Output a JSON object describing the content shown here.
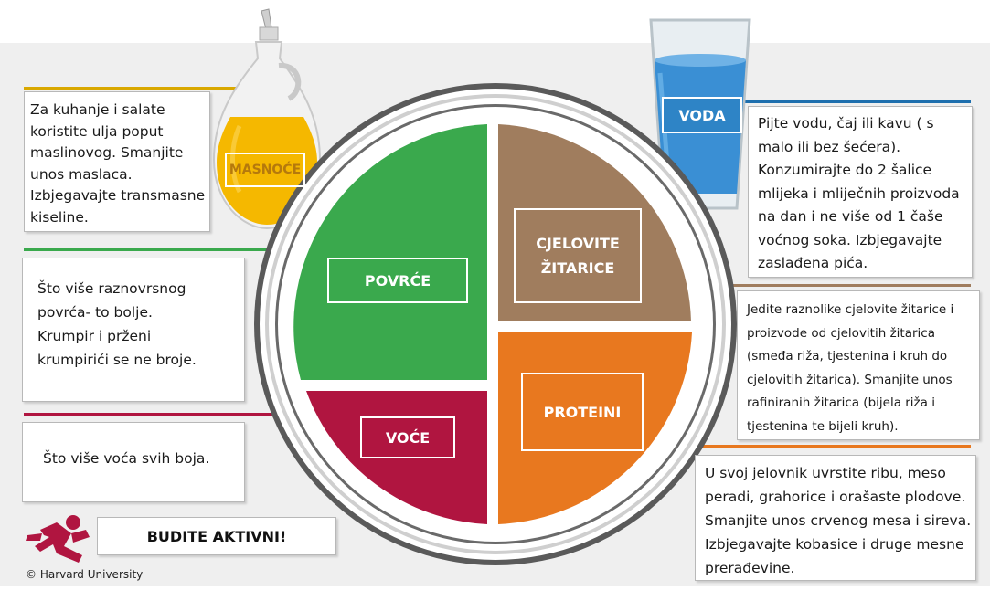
{
  "colors": {
    "masnoce": "#f5b800",
    "voda": "#2e84c6",
    "povrce": "#3aa94d",
    "zitarice": "#a07d5e",
    "proteini": "#e8781f",
    "voce": "#b01540",
    "aktivni": "#b01540"
  },
  "labels": {
    "masnoce": "MASNOĆE",
    "voda": "VODA",
    "povrce": "POVRĆE",
    "zitarice": "CJELOVITE\nŽITARICE",
    "proteini": "PROTEINI",
    "voce": "VOĆE",
    "aktivni": "BUDITE AKTIVNI!"
  },
  "texts": {
    "masnoce": "Za kuhanje i salate\nkoristite ulja poput\nmaslinovog. Smanjite\nunos maslaca.\nIzbjegavajte transmasne\nkiseline.",
    "povrce": "Što više raznovrsnog\npovrća- to bolje.\nKrumpir i prženi\nkrumpirići se ne broje.",
    "voce": "Što više voća svih boja.",
    "voda": "Pijte vodu, čaj ili kavu ( s\nmalo ili bez šećera).\nKonzumirajte do 2 šalice\nmlijeka i mliječnih proizvoda\nna dan i ne više od 1 čaše\nvoćnog soka. Izbjegavajte\nzaslađena pića.",
    "zitarice": "Jedite raznolike cjelovite žitarice i\nproizvode od cjelovitih žitarica\n(smeđa riža, tjestenina i kruh do\ncjelovitih žitarica). Smanjite unos\nrafiniranih žitarica (bijela riža i\ntjestenina te bijeli kruh).",
    "proteini": "U svoj jelovnik uvrstite ribu, meso\nperadi, grahorice i orašaste plodove.\nSmanjite unos crvenog mesa i sireva.\nIzbjegavajte kobasice i druge mesne\nprerađevine."
  },
  "icons": {
    "oil": "oil-bottle-icon",
    "water": "water-glass-icon",
    "runner": "runner-icon"
  },
  "copyright": "© Harvard University"
}
